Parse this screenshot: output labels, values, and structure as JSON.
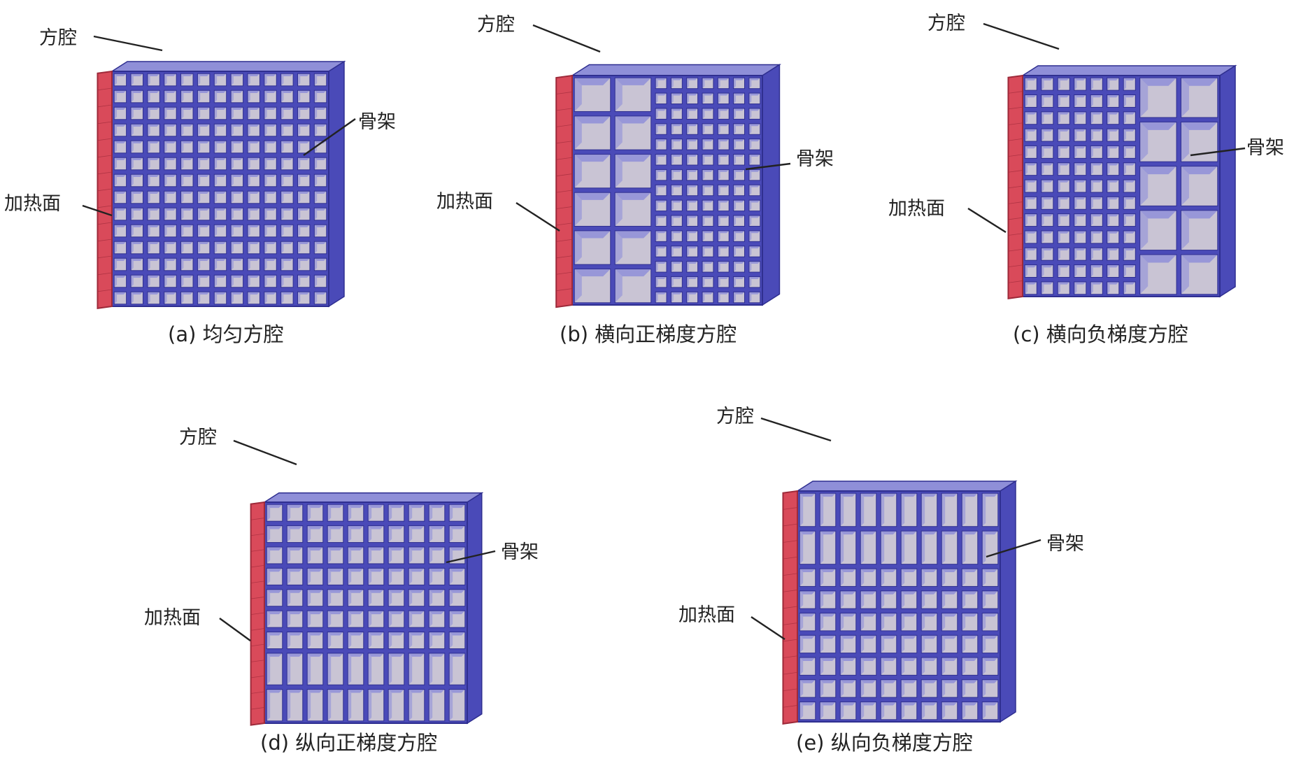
{
  "figure": {
    "panels": [
      {
        "id": "a",
        "caption": "(a) 均匀方腔",
        "labels": {
          "cavity": "方腔",
          "skeleton": "骨架",
          "heating_face": "加热面"
        },
        "cavity_layout": "uniform"
      },
      {
        "id": "b",
        "caption": "(b) 横向正梯度方腔",
        "labels": {
          "cavity": "方腔",
          "skeleton": "骨架",
          "heating_face": "加热面"
        },
        "cavity_layout": "horizontal-positive-gradient"
      },
      {
        "id": "c",
        "caption": "(c) 横向负梯度方腔",
        "labels": {
          "cavity": "方腔",
          "skeleton": "骨架",
          "heating_face": "加热面"
        },
        "cavity_layout": "horizontal-negative-gradient"
      },
      {
        "id": "d",
        "caption": "(d) 纵向正梯度方腔",
        "labels": {
          "cavity": "方腔",
          "skeleton": "骨架",
          "heating_face": "加热面"
        },
        "cavity_layout": "vertical-positive-gradient"
      },
      {
        "id": "e",
        "caption": "(e) 纵向负梯度方腔",
        "labels": {
          "cavity": "方腔",
          "skeleton": "骨架",
          "heating_face": "加热面"
        },
        "cavity_layout": "vertical-negative-gradient"
      }
    ],
    "colors": {
      "skeleton": "#4a4ab8",
      "skeleton_edge": "#2f2f90",
      "cavity_wall": "#8f8fd8",
      "cavity_back": "#c9c4d4",
      "heating_face": "#d94a5a",
      "heating_face_edge": "#9e2a3a",
      "text": "#222222"
    }
  }
}
